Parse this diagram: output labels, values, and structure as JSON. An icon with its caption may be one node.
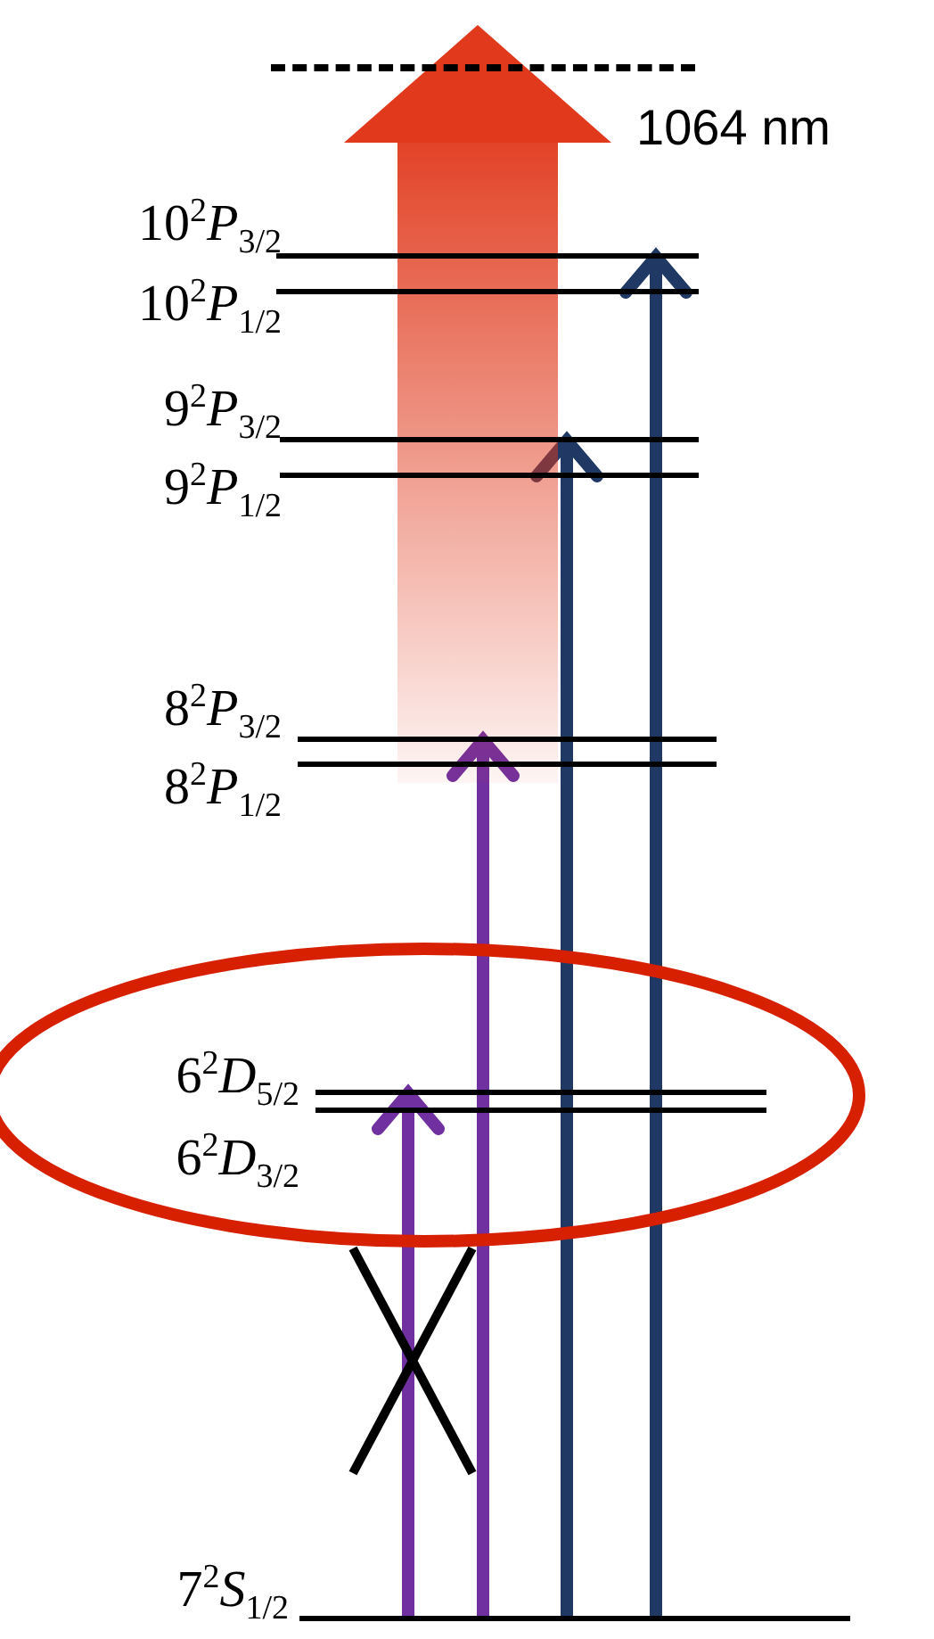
{
  "diagram": {
    "nodes": [
      {
        "text": [],
        "shape": "line"
      },
      {
        "text": [
          "10$^{2}$*P*$_{3/2}$"
        ]
      },
      {
        "text": [
          "10$^{2}$*P*$_{1/2}$"
        ]
      },
      {
        "text": [
          "9$^{2}$*P*$_{3/2}$"
        ]
      },
      {
        "text": [
          "9$^{2}$*P*$_{1/2}$"
        ]
      },
      {
        "text": [
          "8$^{2}$*P*$_{3/2}$"
        ]
      },
      {
        "text": [
          "8$^{2}$*P*$_{1/2}$"
        ]
      },
      {
        "text": [],
        "shape": "ellipse"
      },
      {
        "text": [
          "6$^{2}$*D*$_{5/2}$"
        ],
        "in": 7
      },
      {
        "text": [
          "6$^{2}$*D*$_{3/2}$"
        ],
        "in": 7
      },
      {
        "text": [
          "7$^{2}$*S*$_{1/2}$"
        ]
      }
    ],
    "edges": [
      {
        "from": 10,
        "to": 8,
        "arrow": "to",
        "color": "#7030a0"
      },
      {
        "from": 10,
        "to": 5,
        "arrow": "to",
        "color": "#7030a0"
      },
      {
        "from": 10,
        "to": 3,
        "arrow": "to",
        "color": "#1f3864"
      },
      {
        "from": 10,
        "to": 1,
        "arrow": "to",
        "color": "#1f3864"
      },
      {
        "from": 6,
        "to": 0,
        "arrow": "to",
        "label": "1064 nm",
        "style": "thick",
        "color": "#e0391c"
      }
    ]
  }
}
